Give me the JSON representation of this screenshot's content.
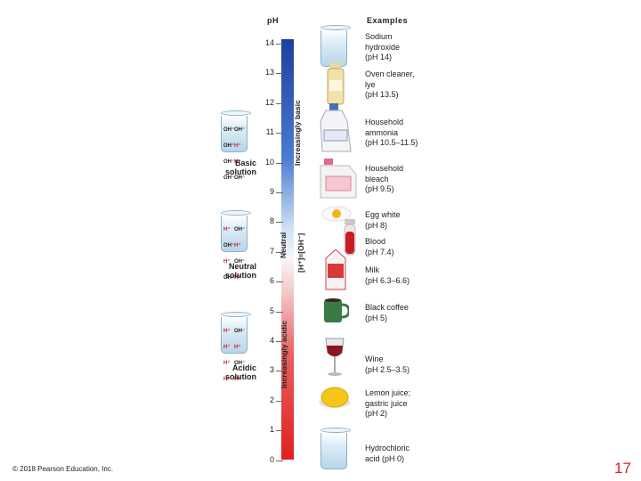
{
  "header": {
    "ph_title": "pH",
    "examples_title": "Examples"
  },
  "scale": {
    "ticks": [
      "14",
      "13",
      "12",
      "11",
      "10",
      "9",
      "8",
      "7",
      "6",
      "5",
      "4",
      "3",
      "2",
      "1",
      "0"
    ],
    "label_basic": "Increasingly basic",
    "label_neutral": "Neutral",
    "label_neutral_formula": "[H⁺]=[OH⁻]",
    "label_acidic": "Increasingly acidic",
    "colors": {
      "top": "#1f3f9e",
      "middle": "#f7f7f7",
      "bottom": "#e02020"
    }
  },
  "solutions": {
    "basic": {
      "label_line1": "Basic",
      "label_line2": "solution",
      "ions": [
        "OH⁻",
        "OH⁻",
        "OH⁻",
        "H⁺",
        "OH⁻",
        "H⁺",
        "OH⁻",
        "OH⁻"
      ]
    },
    "neutral": {
      "label_line1": "Neutral",
      "label_line2": "solution",
      "ions": [
        "H⁺",
        "OH⁻",
        "OH⁻",
        "H⁺",
        "H⁺",
        "OH⁻",
        "OH⁻",
        "H⁺"
      ]
    },
    "acidic": {
      "label_line1": "Acidic",
      "label_line2": "solution",
      "ions": [
        "H⁺",
        "OH⁻",
        "H⁺",
        "H⁺",
        "H⁺",
        "OH⁻",
        "H⁺",
        "H⁺"
      ]
    }
  },
  "examples": [
    {
      "line1": "Sodium",
      "line2": "hydroxide",
      "line3": "(pH 14)",
      "icon": "beaker-icon"
    },
    {
      "line1": "Oven cleaner,",
      "line2": "lye",
      "line3": "(pH 13.5)",
      "icon": "oven-cleaner-can-icon"
    },
    {
      "line1": "Household",
      "line2": "ammonia",
      "line3": "(pH 10.5–11.5)",
      "icon": "ammonia-bottle-icon"
    },
    {
      "line1": "Household",
      "line2": "bleach",
      "line3": "(pH 9.5)",
      "icon": "bleach-jug-icon"
    },
    {
      "line1": "Egg white",
      "line2": "(pH 8)",
      "line3": "",
      "icon": "egg-icon"
    },
    {
      "line1": "Blood",
      "line2": "(pH 7.4)",
      "line3": "",
      "icon": "blood-tube-icon"
    },
    {
      "line1": "Milk",
      "line2": "(pH 6.3–6.6)",
      "line3": "",
      "icon": "milk-carton-icon"
    },
    {
      "line1": "Black coffee",
      "line2": "(pH 5)",
      "line3": "",
      "icon": "coffee-mug-icon"
    },
    {
      "line1": "Wine",
      "line2": "(pH 2.5–3.5)",
      "line3": "",
      "icon": "wine-glass-icon"
    },
    {
      "line1": "Lemon juice;",
      "line2": "gastric juice",
      "line3": "(pH 2)",
      "icon": "lemon-icon"
    },
    {
      "line1": "Hydrochloric",
      "line2": "acid (pH 0)",
      "line3": "",
      "icon": "beaker-icon"
    }
  ],
  "footer": {
    "copyright": "© 2018 Pearson Education, Inc.",
    "page_number": "17"
  }
}
